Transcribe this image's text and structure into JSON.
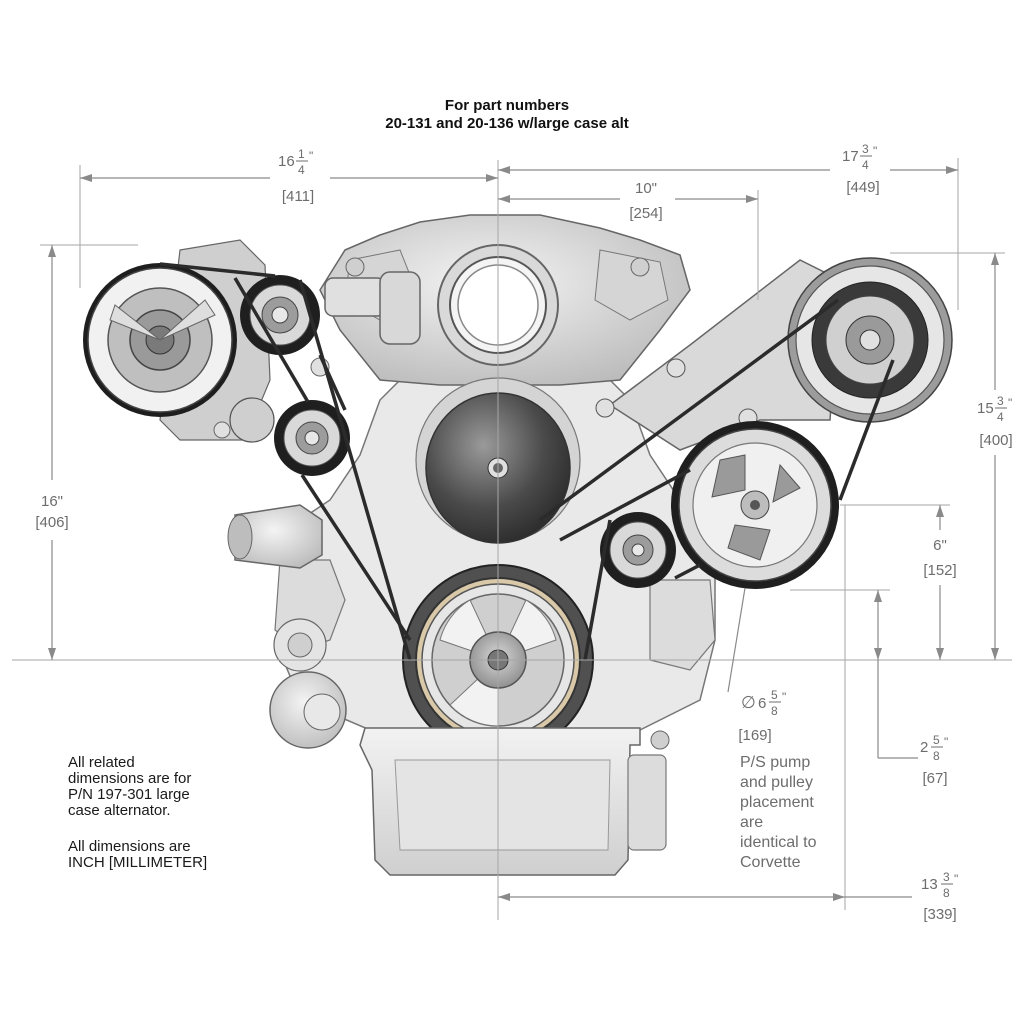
{
  "title": {
    "line1": "For part numbers",
    "line2": "20-131 and 20-136 w/large case alt"
  },
  "notes": {
    "related": [
      "All related",
      "dimensions are for",
      "P/N 197-301 large",
      "case alternator."
    ],
    "units": [
      "All dimensions are",
      "INCH [MILLIMETER]"
    ]
  },
  "ps_note": [
    "P/S pump",
    "and pulley",
    "placement",
    "are",
    "identical to",
    "Corvette"
  ],
  "dimensions": {
    "d16_25": {
      "whole": "16",
      "num": "1",
      "den": "4",
      "mm": "[411]"
    },
    "d17_75": {
      "whole": "17",
      "num": "3",
      "den": "4",
      "mm": "[449]"
    },
    "d10": {
      "whole": "10\"",
      "mm": "[254]"
    },
    "d15_75": {
      "whole": "15",
      "num": "3",
      "den": "4",
      "mm": "[400]"
    },
    "d16": {
      "whole": "16\"",
      "mm": "[406]"
    },
    "d6": {
      "whole": "6\"",
      "mm": "[152]"
    },
    "d6_625": {
      "prefix": "∅",
      "whole": "6",
      "num": "5",
      "den": "8",
      "mm": "[169]"
    },
    "d2_625": {
      "whole": "2",
      "num": "5",
      "den": "8",
      "mm": "[67]"
    },
    "d13_375": {
      "whole": "13",
      "num": "3",
      "den": "8",
      "mm": "[339]"
    }
  },
  "colors": {
    "ink": "#6d6d6d",
    "lines": "#8a8a8a",
    "engine_light": "#e6e6e6",
    "engine_mid": "#bdbdbd",
    "engine_dark": "#555555",
    "belt": "#2b2b2b"
  }
}
